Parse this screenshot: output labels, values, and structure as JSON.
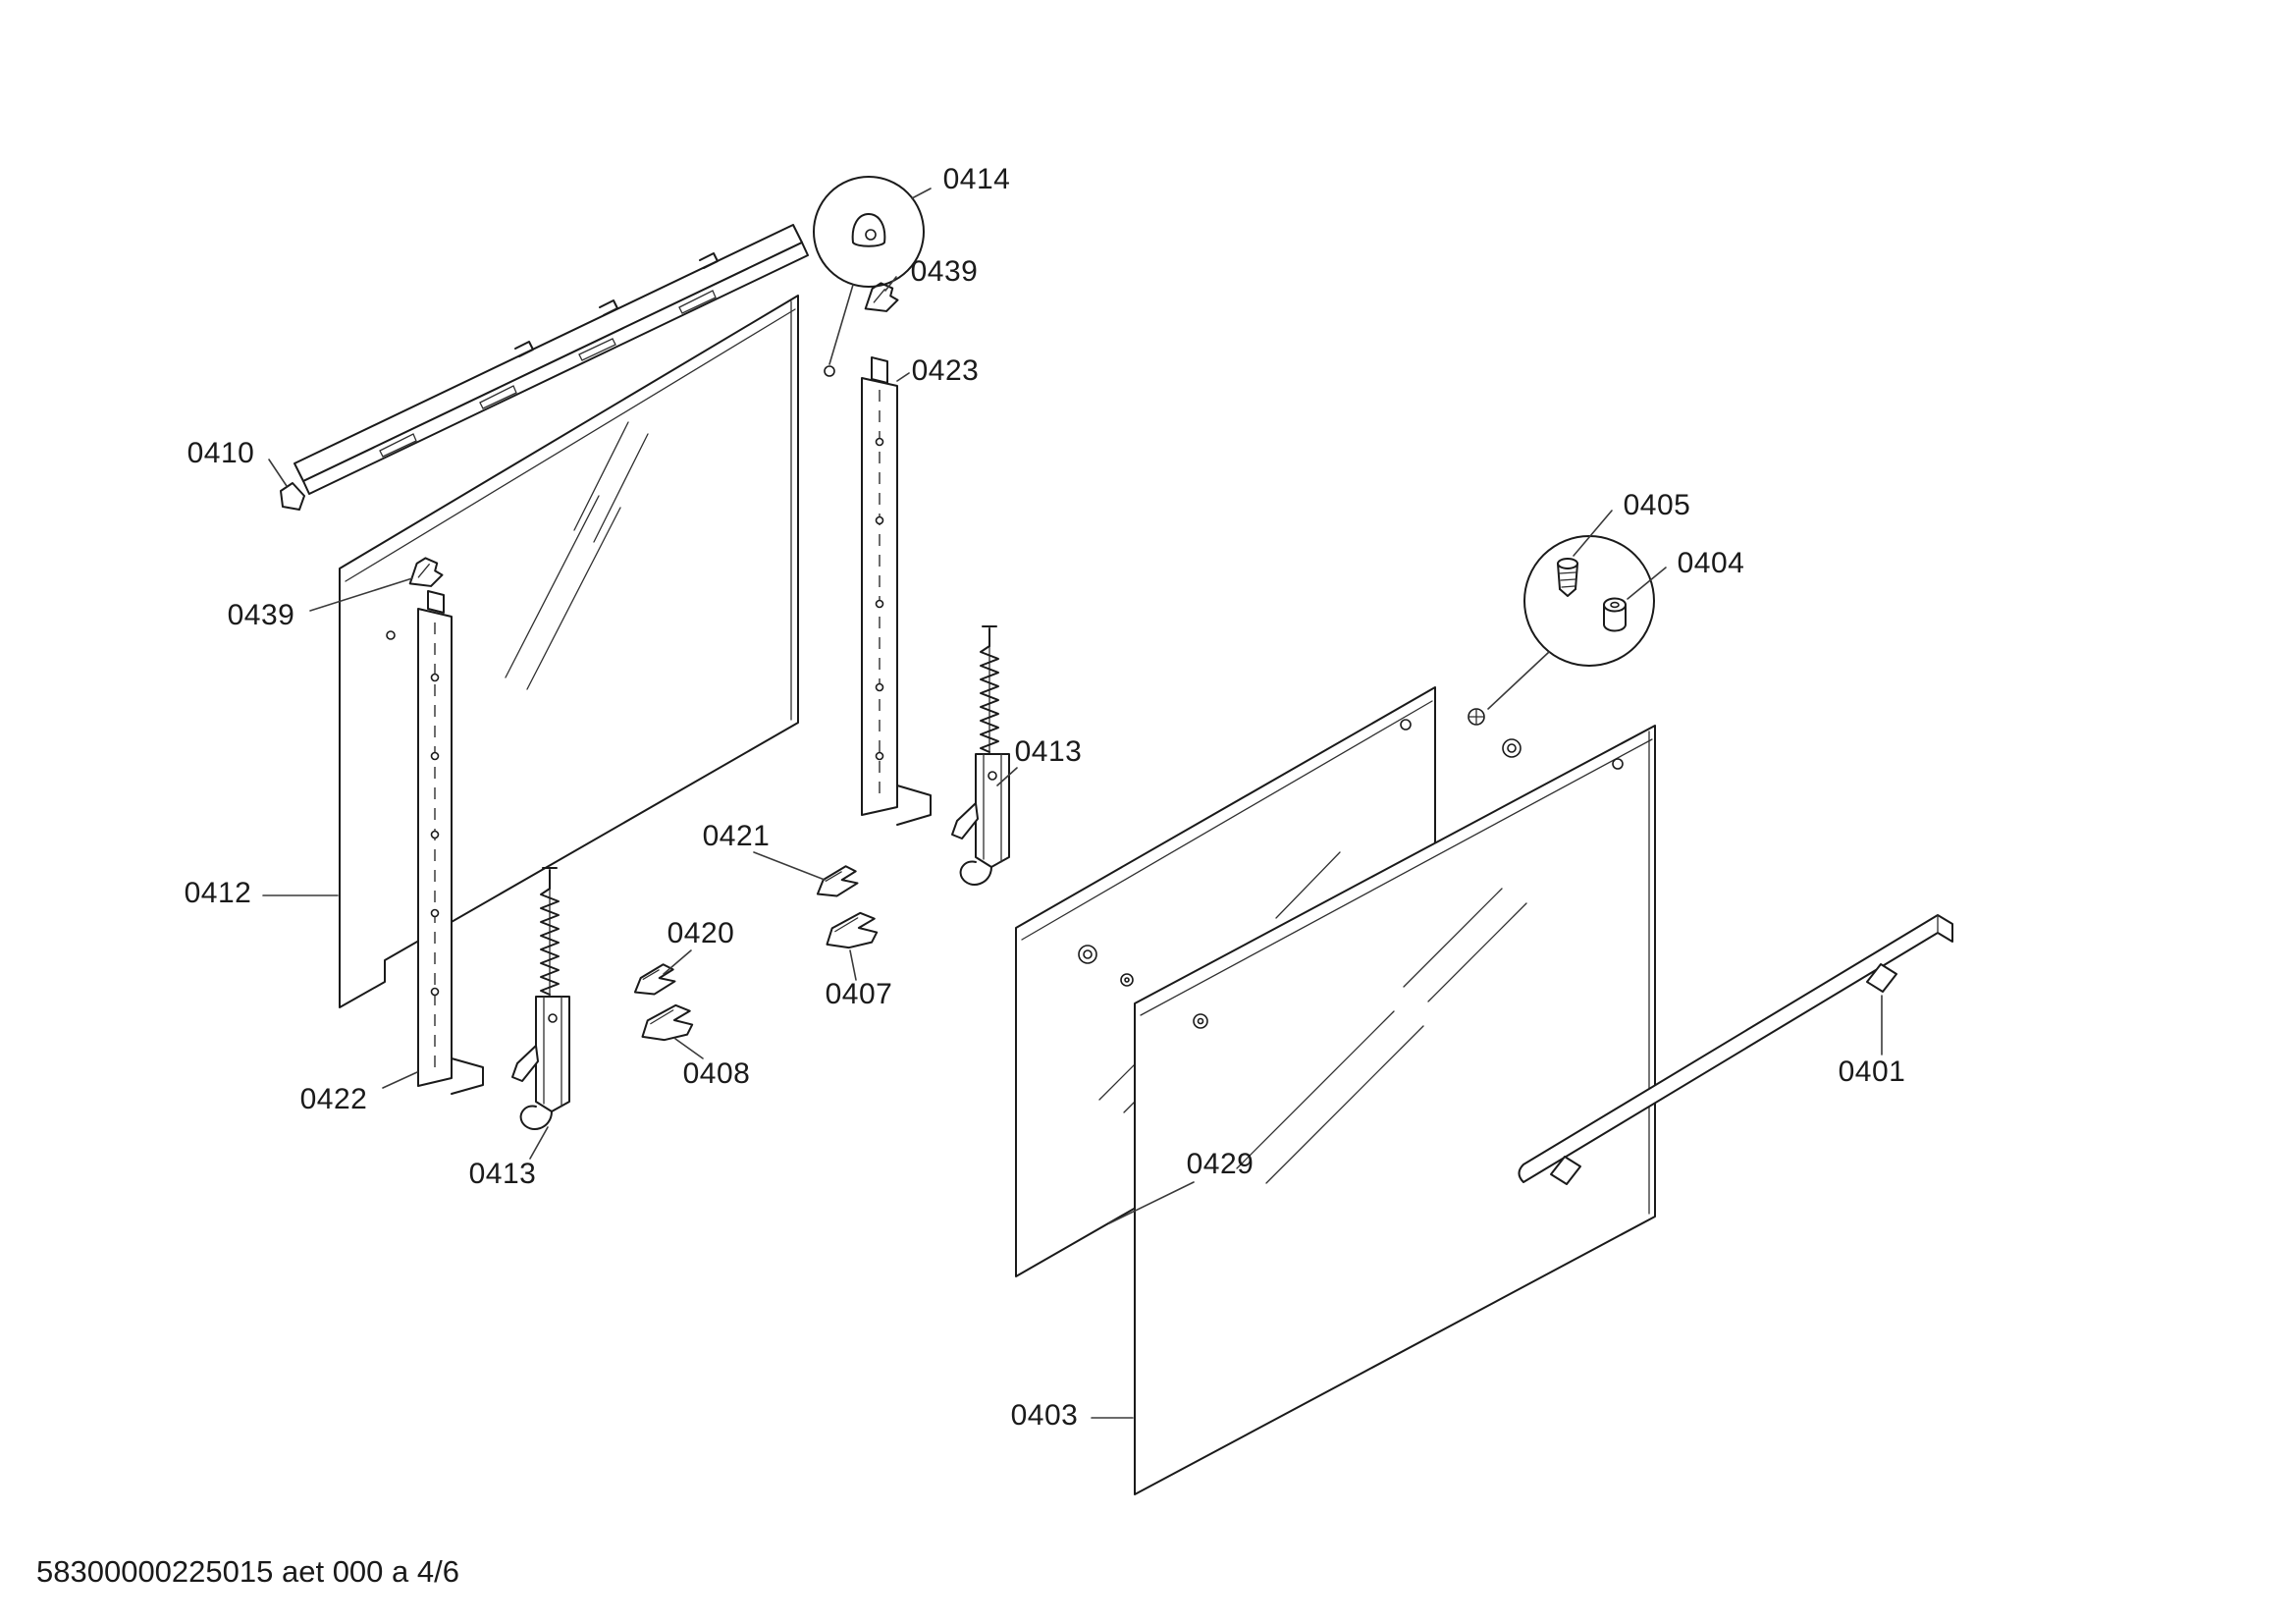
{
  "document": {
    "footer_text": "58300000225015 aet 000 a 4/6"
  },
  "colors": {
    "background": "#ffffff",
    "line": "#1a1a1a",
    "leader": "#3a3a3a"
  },
  "labels": {
    "l0401": "0401",
    "l0403": "0403",
    "l0404": "0404",
    "l0405": "0405",
    "l0407": "0407",
    "l0408": "0408",
    "l0410": "0410",
    "l0412": "0412",
    "l0413": "0413",
    "l0414": "0414",
    "l0420": "0420",
    "l0421": "0421",
    "l0422": "0422",
    "l0423": "0423",
    "l0429": "0429",
    "l0439": "0439"
  }
}
